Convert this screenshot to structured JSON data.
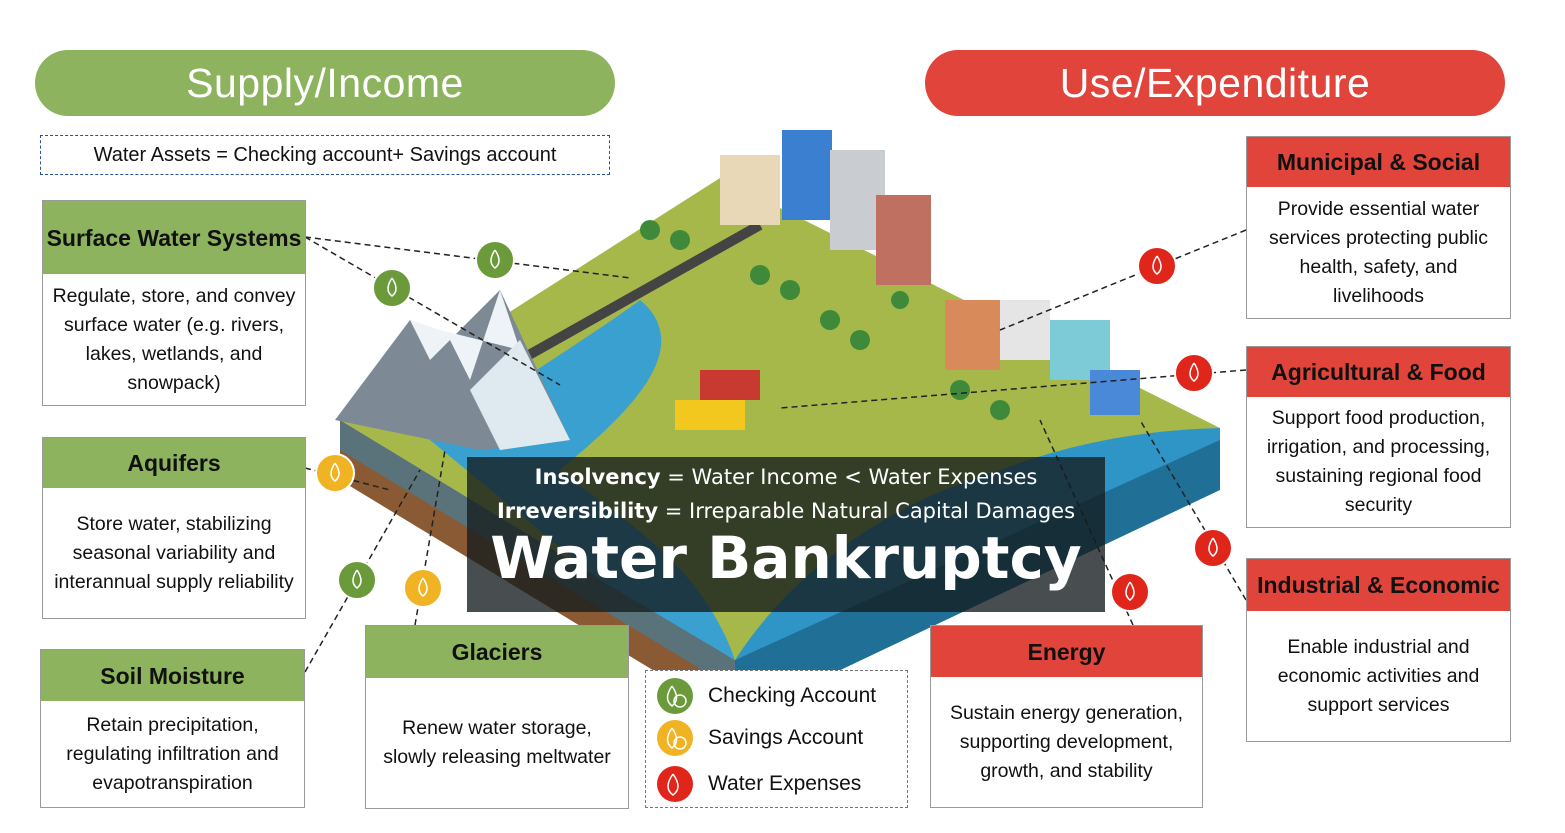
{
  "supply_header": "Supply/Income",
  "use_header": "Use/Expenditure",
  "water_assets": {
    "left": "Water Assets = Checking account",
    "right": "+ Savings account"
  },
  "supply_cards": [
    {
      "title": "Surface Water Systems",
      "body": "Regulate, store, and convey surface water (e.g. rivers, lakes, wetlands, and snowpack)"
    },
    {
      "title": "Aquifers",
      "body": "Store water, stabilizing seasonal variability and interannual supply reliability"
    },
    {
      "title": "Soil Moisture",
      "body": "Retain precipitation, regulating infiltration and evapotranspiration"
    },
    {
      "title": "Glaciers",
      "body": "Renew water storage, slowly releasing meltwater"
    }
  ],
  "use_cards": [
    {
      "title": "Municipal & Social",
      "body": "Provide essential water services protecting public health, safety, and livelihoods"
    },
    {
      "title": "Agricultural & Food",
      "body": "Support food production, irrigation, and processing, sustaining regional food security"
    },
    {
      "title": "Industrial & Economic",
      "body": "Enable industrial and economic activities and support services"
    },
    {
      "title": "Energy",
      "body": "Sustain energy generation, supporting development, growth, and stability"
    }
  ],
  "banner": {
    "insolvency_term": "Insolvency",
    "insolvency_def": " = Water Income < Water Expenses",
    "irreversibility_term": "Irreversibility",
    "irreversibility_def": " = Irreparable Natural Capital Damages",
    "title": "Water Bankruptcy"
  },
  "legend": [
    {
      "label": "Checking Account",
      "icon": "green-drop-coin-icon"
    },
    {
      "label": "Savings Account",
      "icon": "yellow-drop-coin-icon"
    },
    {
      "label": "Water Expenses",
      "icon": "red-drop-icon"
    }
  ],
  "colors": {
    "supply": "#8db35f",
    "use": "#e0443a",
    "checking": "#6a9a3a",
    "savings": "#f0b323",
    "expenses": "#e0251b"
  }
}
